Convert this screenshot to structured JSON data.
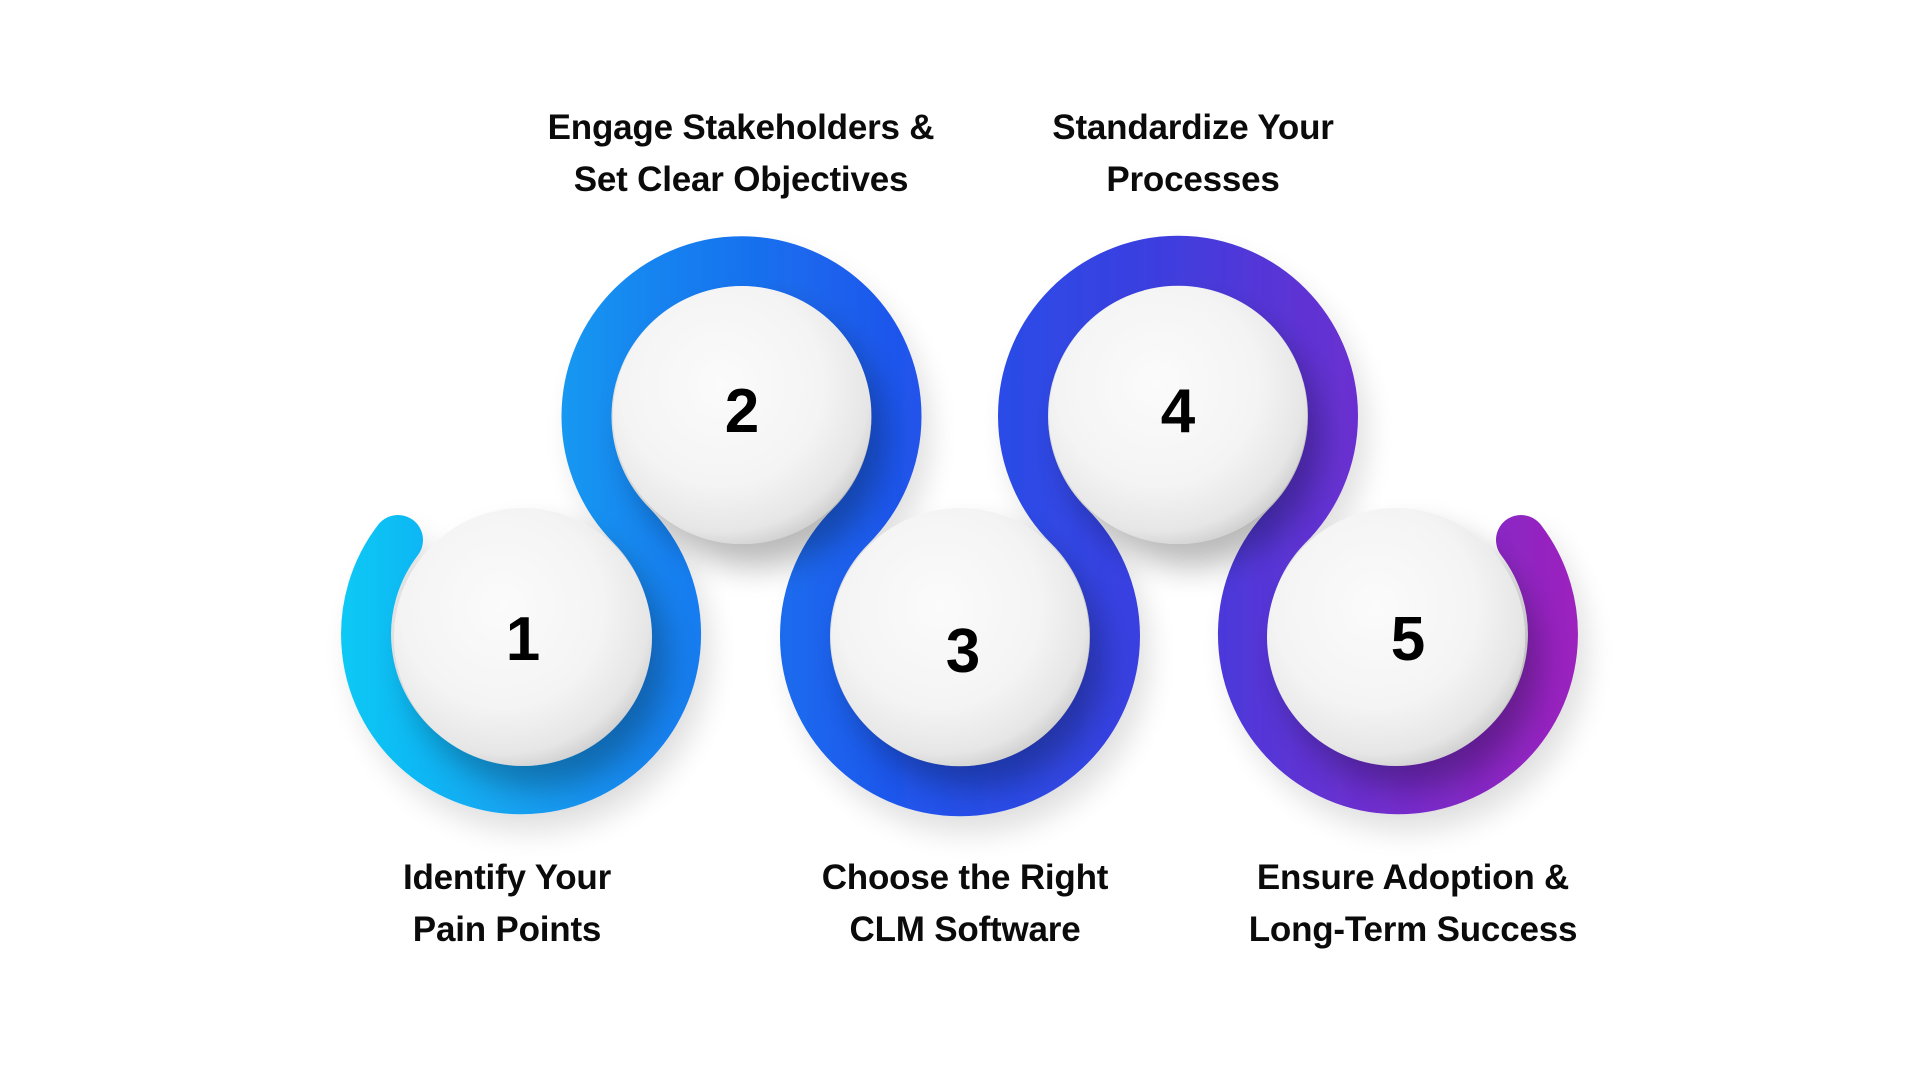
{
  "diagram": {
    "type": "numbered-step-process",
    "colors": {
      "gradient_start": "#10C8F5",
      "gradient_mid1": "#1484F0",
      "gradient_mid2": "#1F55EC",
      "gradient_mid3": "#4A3ADC",
      "gradient_end": "#9C22BE",
      "ball": "#F7F7F7",
      "text": "#0B0B0B"
    },
    "steps": [
      {
        "number": "1",
        "line1": "Identify Your",
        "line2": "Pain Points",
        "position": "bottom"
      },
      {
        "number": "2",
        "line1": "Engage Stakeholders &",
        "line2": "Set Clear Objectives",
        "position": "top"
      },
      {
        "number": "3",
        "line1": "Choose the Right",
        "line2": "CLM Software",
        "position": "bottom"
      },
      {
        "number": "4",
        "line1": "Standardize Your",
        "line2": "Processes",
        "position": "top"
      },
      {
        "number": "5",
        "line1": "Ensure Adoption &",
        "line2": "Long-Term Success",
        "position": "bottom"
      }
    ]
  }
}
